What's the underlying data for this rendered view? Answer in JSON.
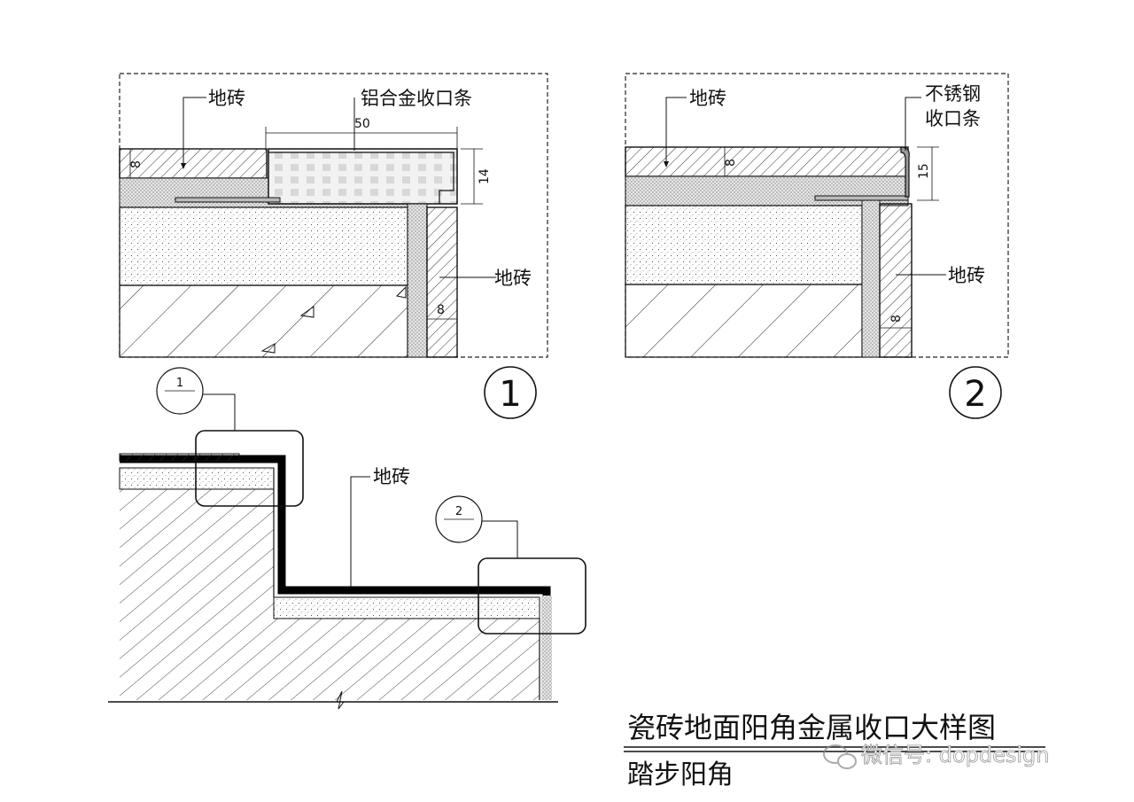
{
  "detail1": {
    "label_tile_top": "地砖",
    "label_trim": "铝合金收口条",
    "label_tile_side": "地砖",
    "dim_width": "50",
    "dim_height": "14",
    "dim_tile_thk": "8",
    "dim_side_thk": "8",
    "number": "1"
  },
  "detail2": {
    "label_tile_top": "地砖",
    "label_trim_line1": "不锈钢",
    "label_trim_line2": "收口条",
    "label_tile_side": "地砖",
    "dim_height": "15",
    "dim_tile_thk": "8",
    "dim_side_thk": "8",
    "number": "2"
  },
  "step": {
    "label_tile": "地砖",
    "callout1": "1",
    "callout2": "2"
  },
  "title": {
    "main": "瓷砖地面阳角金属收口大样图",
    "sub": "踏步阳角"
  },
  "watermark": "微信号: dopdesign"
}
